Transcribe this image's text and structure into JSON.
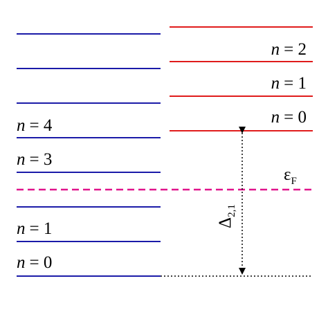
{
  "colors": {
    "left_levels": "#1a1aa8",
    "right_levels": "#e01b1b",
    "fermi": "#e0138c",
    "arrow": "#000000"
  },
  "left_levels": {
    "labels": [
      {
        "n": "n",
        "eq": "= 4"
      },
      {
        "n": "n",
        "eq": "= 3"
      },
      {
        "n": "n",
        "eq": "= 1"
      },
      {
        "n": "n",
        "eq": "= 0"
      }
    ]
  },
  "right_levels": {
    "labels": [
      {
        "n": "n",
        "eq": "= 2"
      },
      {
        "n": "n",
        "eq": "= 1"
      },
      {
        "n": "n",
        "eq": "= 0"
      }
    ]
  },
  "fermi": {
    "symbol": "ε",
    "sub": "F"
  },
  "gap": {
    "symbol": "Δ",
    "sub": "2,1"
  }
}
